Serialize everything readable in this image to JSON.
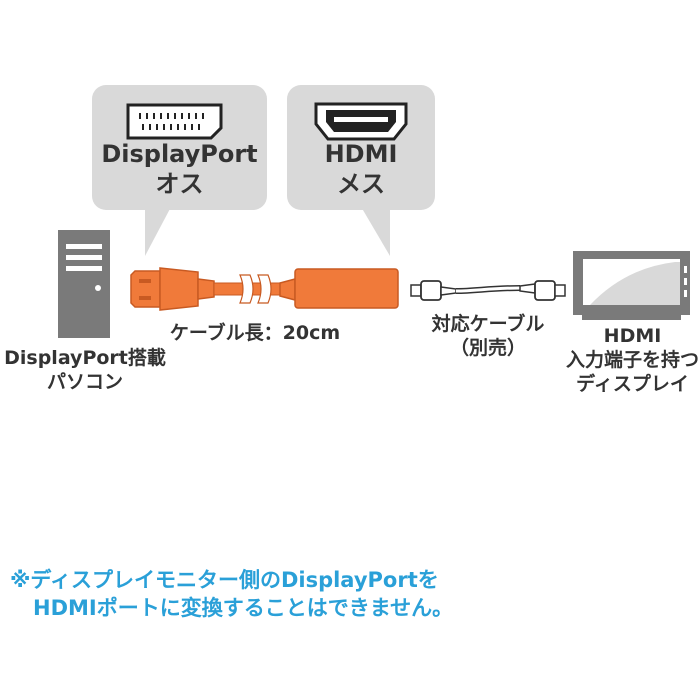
{
  "bubbles": {
    "displayport": {
      "line1": "DisplayPort",
      "line2": "オス"
    },
    "hdmi": {
      "line1": "HDMI",
      "line2": "メス"
    }
  },
  "labels": {
    "pc_line1": "DisplayPort搭載",
    "pc_line2": "パソコン",
    "cable_length": "ケーブル長：20cm",
    "separate_cable_line1": "対応ケーブル",
    "separate_cable_line2": "（別売）",
    "display_line1": "HDMI",
    "display_line2": "入力端子を持つ",
    "display_line3": "ディスプレイ"
  },
  "note": {
    "line1": "※ディスプレイモニター側のDisplayPortを",
    "line2": "HDMIポートに変換することはできません。"
  },
  "colors": {
    "bubble": "#d9d9d9",
    "adapter": "#f07a3a",
    "adapter_dark": "#c85a22",
    "device": "#7a7a7a",
    "note": "#2aa0d8"
  }
}
